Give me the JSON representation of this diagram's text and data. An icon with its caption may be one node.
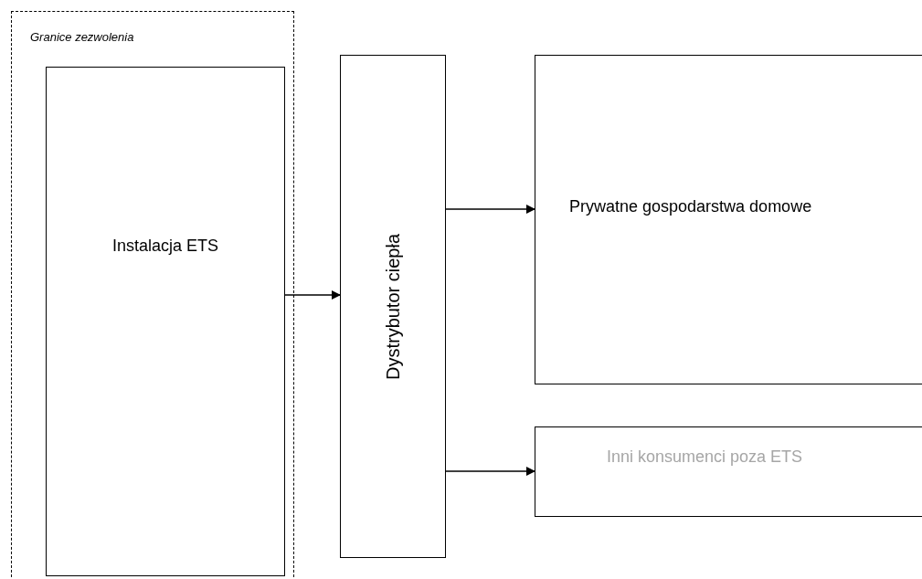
{
  "diagram": {
    "nodes": [
      {
        "text": [
          "Granice zezwolenia"
        ]
      },
      {
        "text": [
          "Instalacja ETS"
        ],
        "in": 0
      },
      {
        "text": [
          "Dystrybutor ciepła"
        ]
      },
      {
        "text": [
          "Prywatne gospodarstwa domowe"
        ]
      },
      {
        "text": [
          "Inni konsumenci poza ETS"
        ]
      }
    ],
    "edges": [
      {
        "from": 1,
        "to": 2,
        "arrow": "to"
      },
      {
        "from": 2,
        "to": 3,
        "arrow": "to"
      },
      {
        "from": 2,
        "to": 4,
        "arrow": "to"
      }
    ]
  }
}
